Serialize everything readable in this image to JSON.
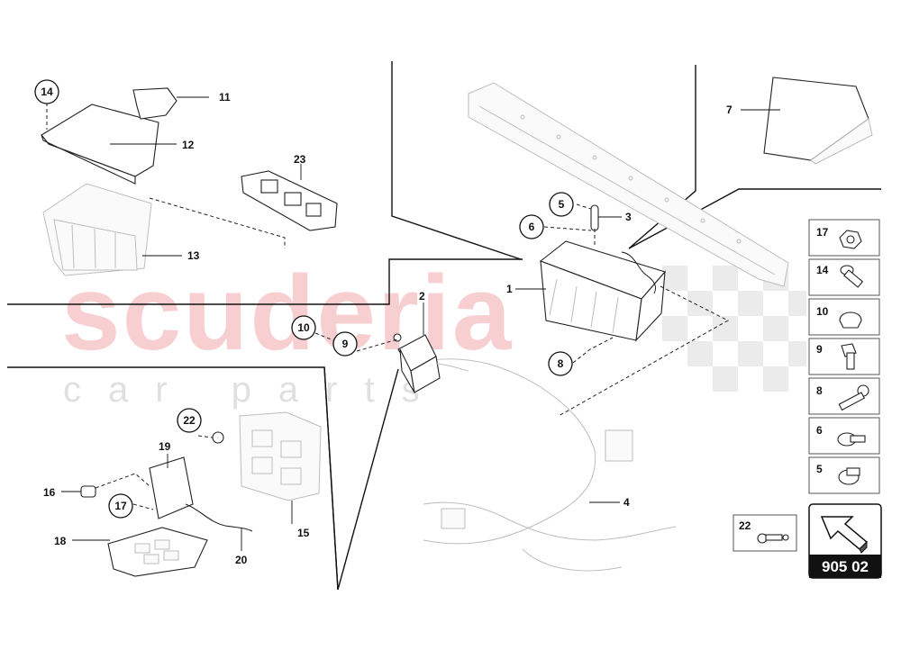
{
  "watermark": {
    "brand": "scuderia",
    "sub": "car parts"
  },
  "callouts": {
    "c1": "1",
    "c2": "2",
    "c3": "3",
    "c4": "4",
    "c5": "5",
    "c6": "6",
    "c7": "7",
    "c8": "8",
    "c9": "9",
    "c10": "10",
    "c11": "11",
    "c12": "12",
    "c13": "13",
    "c14": "14",
    "c15": "15",
    "c16": "16",
    "c17": "17",
    "c18": "18",
    "c19": "19",
    "c20": "20",
    "c22": "22",
    "c23": "23"
  },
  "legend": {
    "items": [
      {
        "label": "17",
        "icon": "nut-cap-icon"
      },
      {
        "label": "14",
        "icon": "flange-bolt-icon"
      },
      {
        "label": "10",
        "icon": "cap-nut-icon"
      },
      {
        "label": "9",
        "icon": "hex-bolt-icon"
      },
      {
        "label": "8",
        "icon": "long-screw-icon"
      },
      {
        "label": "6",
        "icon": "washer-screw-icon"
      },
      {
        "label": "5",
        "icon": "round-head-screw-icon"
      }
    ],
    "extra": {
      "label": "22",
      "icon": "ring-terminal-icon"
    }
  },
  "page_badge": {
    "code": "905 02",
    "icon": "arrow-icon"
  }
}
